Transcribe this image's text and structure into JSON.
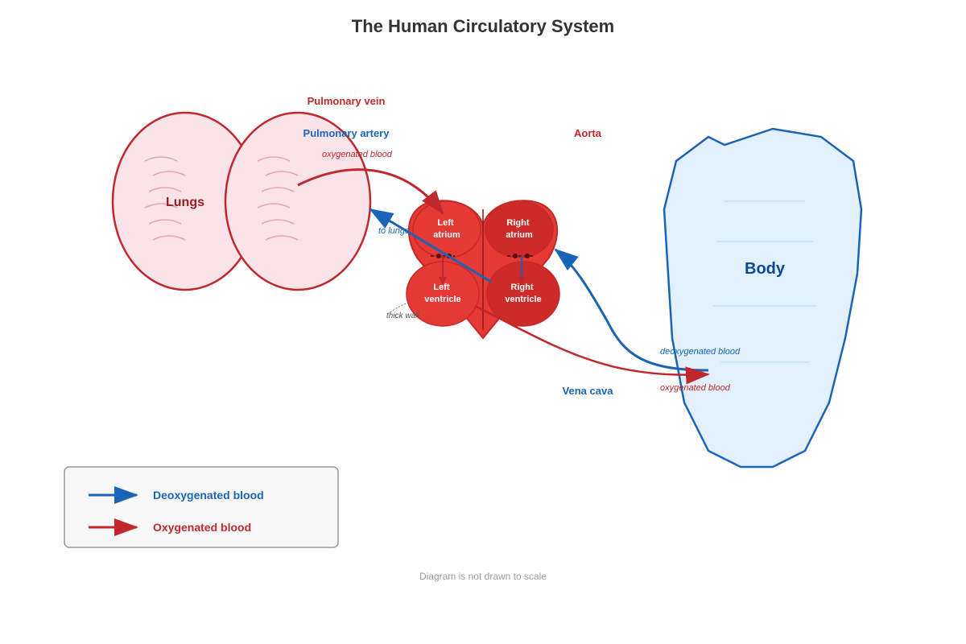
{
  "title": "The Human Circulatory System",
  "colors": {
    "oxygenated": "#c0282d",
    "deoxygenated": "#1a64b8",
    "lung_fill": "#fbe3ea",
    "body_fill": "#e2f0fb",
    "heart_fill": "#e53935",
    "heart_dark": "#c62828"
  },
  "organs": {
    "lungs": "Lungs",
    "body": "Body"
  },
  "heart": {
    "left_atrium": [
      "Left",
      "atrium"
    ],
    "right_atrium": [
      "Right",
      "atrium"
    ],
    "left_ventricle": [
      "Left",
      "ventricle"
    ],
    "right_ventricle": [
      "Right",
      "ventricle"
    ],
    "thick_wall": "thick wall"
  },
  "vessels": {
    "pulmonary_vein": "Pulmonary vein",
    "pulmonary_artery": "Pulmonary artery",
    "aorta": "Aorta",
    "vena_cava": "Vena cava"
  },
  "flow_labels": {
    "oxygenated_top": "oxygenated blood",
    "to_lungs": "to lungs",
    "deoxygenated_body": "deoxygenated blood",
    "oxygenated_body": "oxygenated blood"
  },
  "legend": {
    "deoxygenated": "Deoxygenated blood",
    "oxygenated": "Oxygenated blood"
  },
  "footer": "Diagram is not drawn to scale"
}
